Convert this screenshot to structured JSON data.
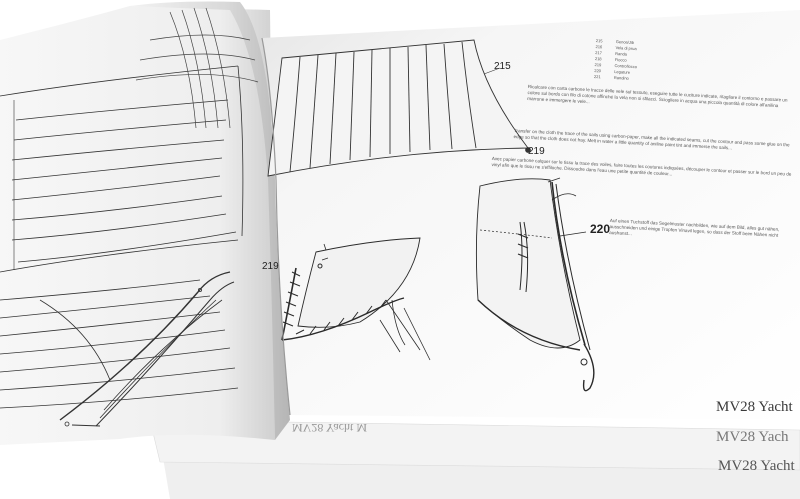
{
  "callouts": {
    "c215": "215",
    "c219_top": "219",
    "c219_left": "219",
    "c220": "220"
  },
  "footer": {
    "line1": "MV28 Yacht",
    "line2": "MV28 Yach",
    "line3": "MV28 Yacht",
    "left_mirror": "MV28 Yacht M"
  },
  "table": {
    "rows": [
      [
        "215",
        "Genoa/Jib",
        "",
        "",
        "",
        ""
      ],
      [
        "216",
        "Vela di prua",
        "",
        "",
        "",
        ""
      ],
      [
        "217",
        "Randa",
        "",
        "",
        "",
        ""
      ],
      [
        "218",
        "Fiocco",
        "",
        "",
        "",
        ""
      ],
      [
        "219",
        "Controfiocco",
        "",
        "",
        "",
        ""
      ],
      [
        "220",
        "Legature",
        "",
        "",
        "",
        ""
      ],
      [
        "221",
        "Randino",
        "",
        "",
        "",
        ""
      ]
    ]
  },
  "paragraphs": {
    "p1": "Ricalcare con carta carbone le tracce delle vele sul tessuto, eseguire tutte le cuciture indicate, ritagliare il contorno e passare un colore sul bordo con filo di cotone affinché la vela non si sfilacci. Sciogliere in acqua una piccola quantità di colore all'anilina marrone e immergere le vele...",
    "p2": "Transfer on the cloth the trace of the sails using carbon-paper, make all the indicated seams, cut the contour and pass some glue on the edge so that the cloth does not fray. Melt in water a little quantity of aniline paint tint and immerse the sails...",
    "p3": "Avec papier carbone calquer sur le tissu la trace des voiles, faire toutes les coutures indiquées, découper le contour et passer sur le bord un peu de vinyl afin que le tissu ne s'effiloche. Dissoudre dans l'eau une petite quantité de couleur...",
    "p4": "Auf einen Tuchstoff das Segelmuster nachbilden, wie auf dem Bild, alles gut nähen, ausschneiden und einige Tropfen Vinavil legen, so dass der Stoff beim Nähen nicht ausfranst..."
  }
}
